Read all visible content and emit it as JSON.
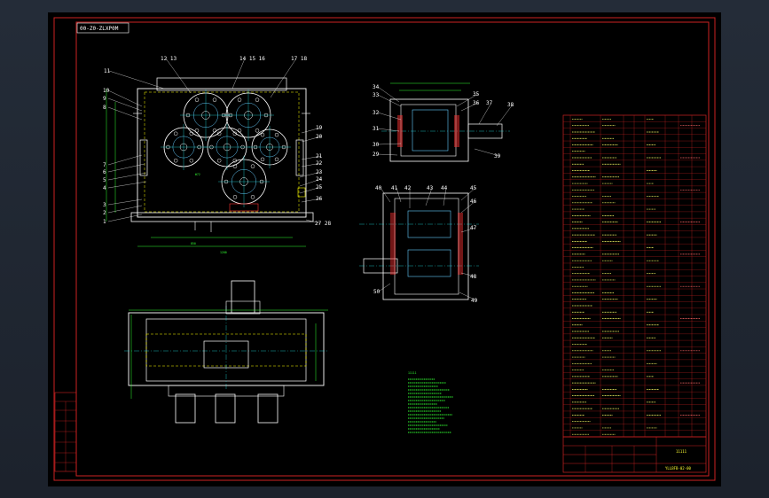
{
  "drawing": {
    "title_tag": "00-Z0-ZLXP0M",
    "drawing_code": "YLLBFB-02-00",
    "title_short": "11111"
  },
  "view_labels": {
    "front": [
      "11",
      "12 13",
      "14 15 16",
      "17 18",
      "10",
      "9",
      "8",
      "7",
      "6",
      "5",
      "4",
      "3",
      "2",
      "1",
      "19",
      "20",
      "21",
      "22",
      "23",
      "24",
      "25",
      "26",
      "27 28"
    ],
    "section_a": [
      "34",
      "33",
      "32",
      "31",
      "30",
      "29",
      "35",
      "36",
      "37",
      "38",
      "39"
    ],
    "section_b": [
      "40",
      "41",
      "42",
      "43",
      "44",
      "45",
      "46",
      "47",
      "48",
      "49",
      "50"
    ]
  },
  "colors": {
    "frame": "#cc2222",
    "outline": "#ffffff",
    "center": "#22dddd",
    "dim": "#33ff33",
    "hidden": "#ffff00",
    "gear": "#66ccff"
  },
  "notes_label": "11111"
}
